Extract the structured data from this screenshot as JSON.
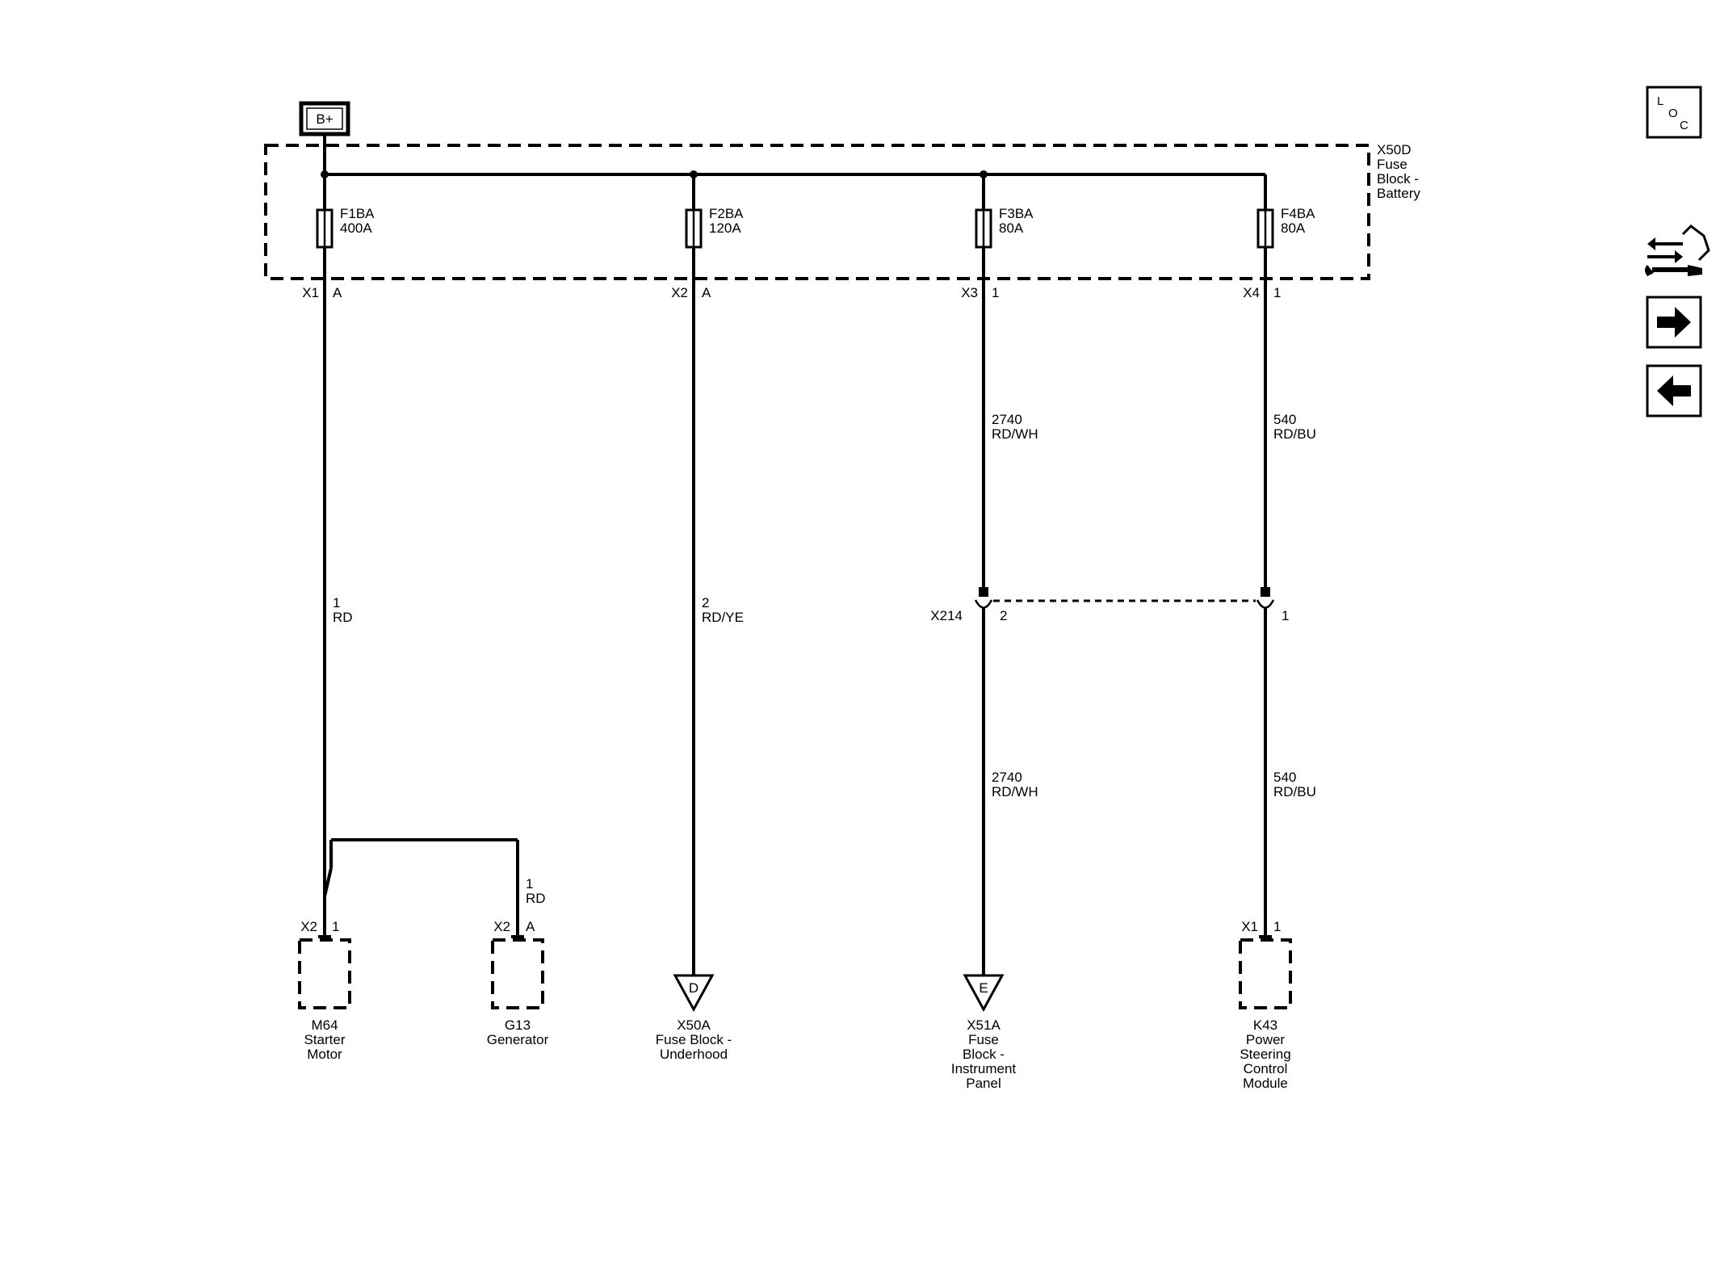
{
  "power": {
    "label": "B+"
  },
  "fuse_block": {
    "name_line1": "X50D",
    "name_line2": "Fuse",
    "name_line3": "Block -",
    "name_line4": "Battery"
  },
  "fuses": [
    {
      "id": "F1BA",
      "rating": "400A",
      "connector": "X1",
      "pin": "A"
    },
    {
      "id": "F2BA",
      "rating": "120A",
      "connector": "X2",
      "pin": "A"
    },
    {
      "id": "F3BA",
      "rating": "80A",
      "connector": "X3",
      "pin": "1"
    },
    {
      "id": "F4BA",
      "rating": "80A",
      "connector": "X4",
      "pin": "1"
    }
  ],
  "wires": {
    "w1": {
      "circuit": "1",
      "color": "RD"
    },
    "w2": {
      "circuit": "2",
      "color": "RD/YE"
    },
    "w3_upper": {
      "circuit": "2740",
      "color": "RD/WH"
    },
    "w3_lower": {
      "circuit": "2740",
      "color": "RD/WH"
    },
    "w4_upper": {
      "circuit": "540",
      "color": "RD/BU"
    },
    "w4_lower": {
      "circuit": "540",
      "color": "RD/BU"
    },
    "w_gen": {
      "circuit": "1",
      "color": "RD"
    }
  },
  "inline_connector": {
    "name": "X214",
    "pin_left": "2",
    "pin_right": "1"
  },
  "components": {
    "starter": {
      "connector": "X2",
      "pin": "1",
      "line1": "M64",
      "line2": "Starter",
      "line3": "Motor"
    },
    "generator": {
      "connector": "X2",
      "pin": "A",
      "line1": "G13",
      "line2": "Generator"
    },
    "underhood": {
      "ref": "D",
      "line1": "X50A",
      "line2": "Fuse Block -",
      "line3": "Underhood"
    },
    "ip_block": {
      "ref": "E",
      "line1": "X51A",
      "line2": "Fuse",
      "line3": "Block -",
      "line4": "Instrument",
      "line5": "Panel"
    },
    "psm": {
      "connector": "X1",
      "pin": "1",
      "line1": "K43",
      "line2": "Power",
      "line3": "Steering",
      "line4": "Control",
      "line5": "Module"
    }
  },
  "sidebar": {
    "loc_l": "L",
    "loc_o": "O",
    "loc_c": "C",
    "loc_icon": "location-icon",
    "connector_icon": "connector-wrench-icon",
    "next_icon": "arrow-right-icon",
    "prev_icon": "arrow-left-icon"
  }
}
